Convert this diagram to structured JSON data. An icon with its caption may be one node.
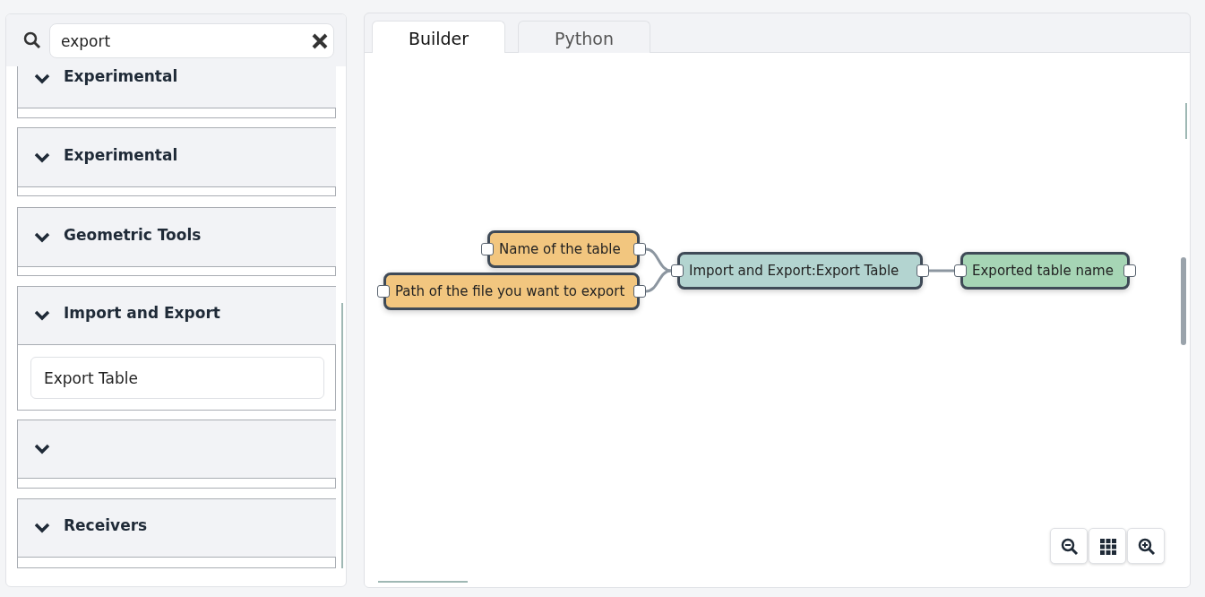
{
  "diagram": {
    "nodes": [
      {
        "text": [
          "Name of the table"
        ]
      },
      {
        "text": [
          "Path of the file you want to export"
        ]
      },
      {
        "text": [
          "Import and Export:Export Table"
        ]
      },
      {
        "text": [
          "Exported table name"
        ]
      }
    ],
    "edges": [
      {
        "from": 0,
        "to": 2,
        "arrow": "none"
      },
      {
        "from": 1,
        "to": 2,
        "arrow": "none"
      },
      {
        "from": 2,
        "to": 3,
        "arrow": "none"
      }
    ],
    "labels": [
      "export",
      "Experimental",
      "Experimental",
      "Geometric Tools",
      "Import and Export",
      "Export Table",
      "Receivers",
      "Builder",
      "Python"
    ]
  }
}
